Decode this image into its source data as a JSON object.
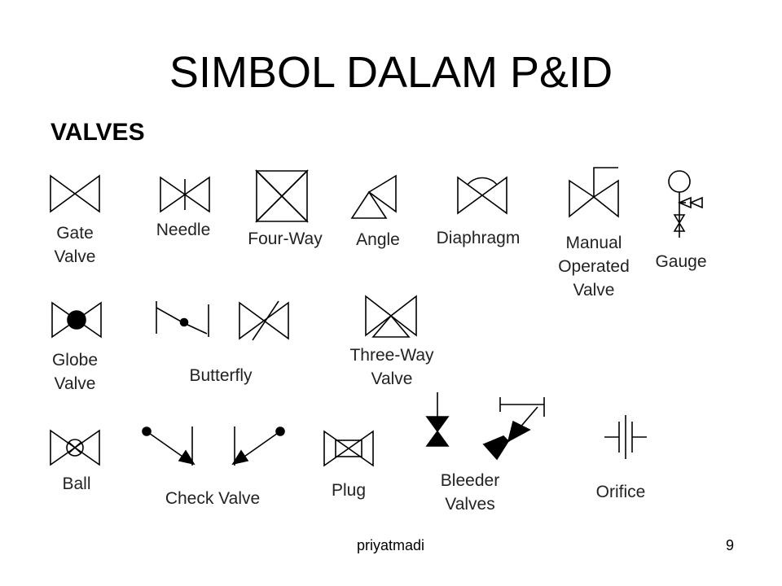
{
  "title": "SIMBOL DALAM P&ID",
  "section": "VALVES",
  "valves": {
    "gate": "Gate\nValve",
    "needle": "Needle",
    "four_way": "Four-Way",
    "angle": "Angle",
    "diaphragm": "Diaphragm",
    "manual": "Manual\nOperated\nValve",
    "gauge": "Gauge",
    "globe": "Globe\nValve",
    "butterfly": "Butterfly",
    "three_way": "Three-Way\nValve",
    "ball": "Ball",
    "check": "Check Valve",
    "plug": "Plug",
    "bleeder": "Bleeder\nValves",
    "orifice": "Orifice"
  },
  "footer": {
    "author": "priyatmadi",
    "page": "9"
  }
}
